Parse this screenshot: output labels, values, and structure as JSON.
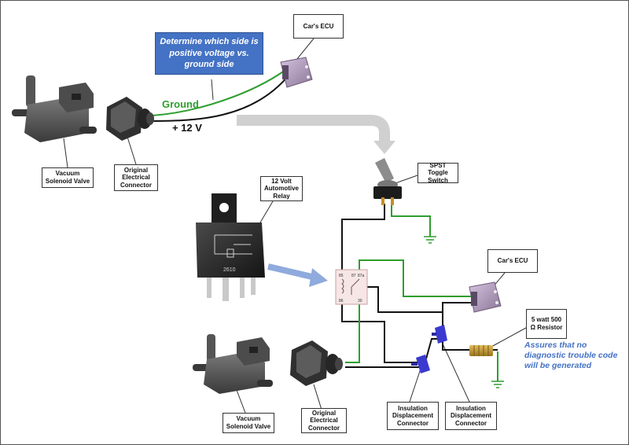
{
  "notes": {
    "determine_side": "Determine which side is positive voltage vs. ground side",
    "assures": "Assures that no diagnostic trouble code will be generated"
  },
  "wire_labels": {
    "ground": "Ground",
    "plus12v": "+ 12 V"
  },
  "callouts": {
    "ecu_top": "Car's ECU",
    "vacuum_valve_top": "Vacuum Solenoid Valve",
    "connector_top": "Original Electrical Connector",
    "relay": "12 Volt Automotive Relay",
    "toggle_switch": "SPST Toggle Switch",
    "ecu_bottom": "Car's ECU",
    "resistor": "5 watt 500 Ω Resistor",
    "vacuum_valve_bottom": "Vacuum Solenoid Valve",
    "connector_bottom": "Original Electrical Connector",
    "idc_left": "Insulation Displacement Connector",
    "idc_right": "Insulation Displacement Connector"
  },
  "relay_pins": {
    "p85": "85",
    "p87": "87",
    "p87a": "87a",
    "p86": "86",
    "p30": "30",
    "part_number": "2610"
  },
  "colors": {
    "green_wire": "#2e9e2e",
    "black_wire": "#111111",
    "note_blue": "#4472c4",
    "arrow_grey": "#d0d0d0",
    "arrow_blue": "#8faadc",
    "idc_blue": "#3a3ad0"
  }
}
